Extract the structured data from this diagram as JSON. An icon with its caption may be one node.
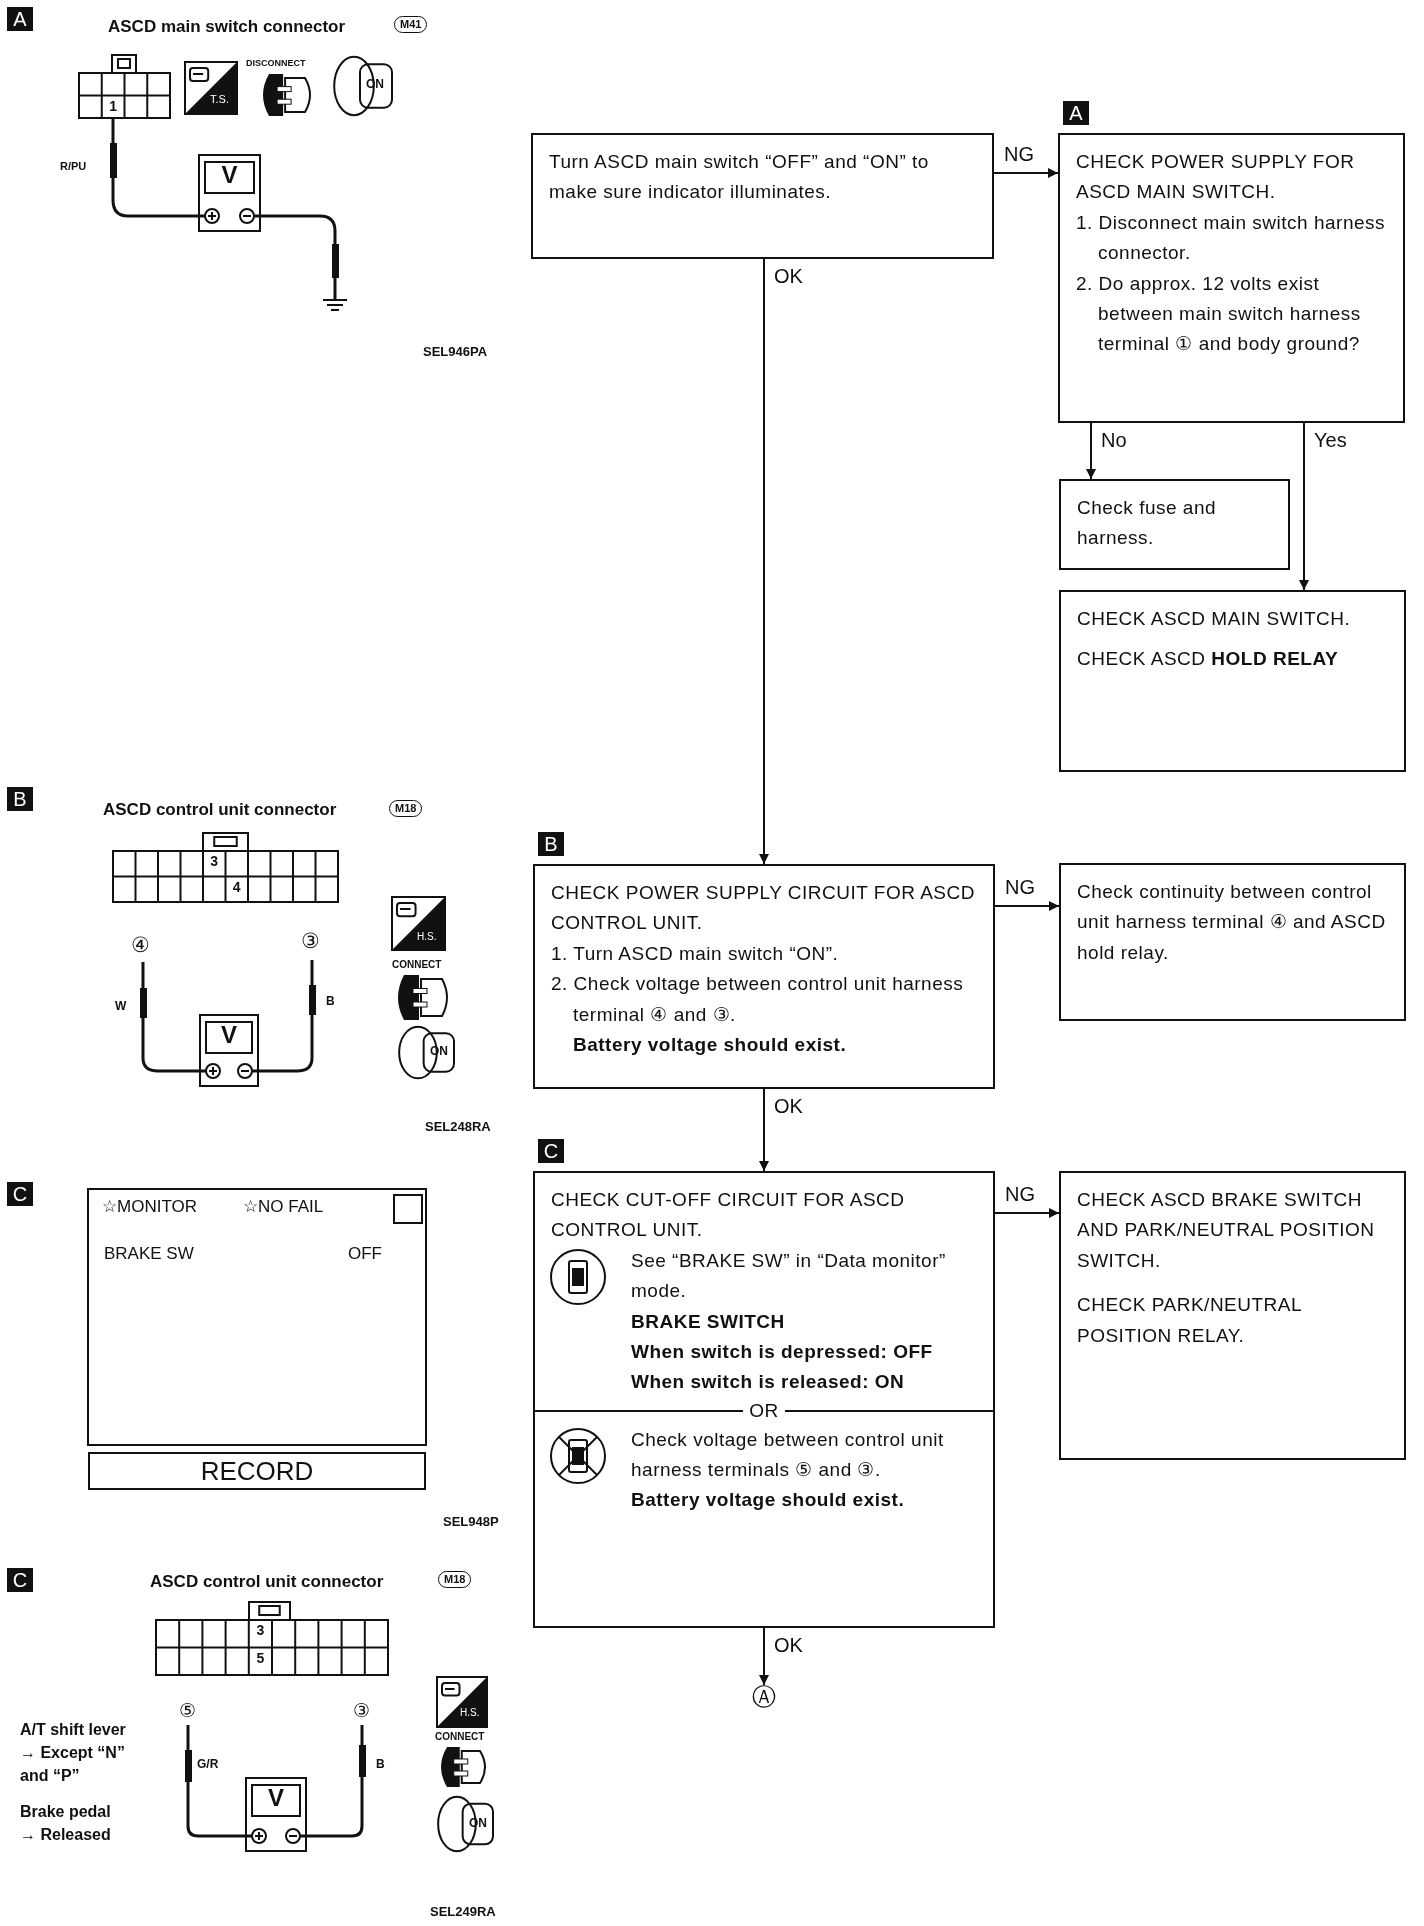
{
  "diagram": {
    "nodes": [
      {
        "text": [
          "Turn ASCD main switch “OFF” and “ON” to make sure indicator illuminates."
        ]
      },
      {
        "text": [
          "CHECK POWER SUPPLY FOR ASCD MAIN SWITCH.",
          "1. Disconnect main switch harness connector.",
          "2. Do approx. 12 volts exist between main switch harness terminal ① and body ground?"
        ],
        "beside": [
          "A"
        ]
      },
      {
        "text": [
          "Check fuse and harness."
        ]
      },
      {
        "text": [
          "CHECK ASCD MAIN SWITCH.",
          "CHECK ASCD **HOLD RELAY**"
        ]
      },
      {
        "text": [
          "CHECK POWER SUPPLY CIRCUIT FOR ASCD CONTROL UNIT.",
          "1. Turn ASCD main switch “ON”.",
          "2. Check voltage between control unit harness terminal ④ and ③.",
          "Battery voltage should exist."
        ],
        "beside": [
          "B"
        ]
      },
      {
        "text": [
          "Check continuity between control unit harness terminal ④ and ASCD hold relay."
        ]
      },
      {
        "text": [
          "CHECK CUT-OFF CIRCUIT FOR ASCD CONTROL UNIT.",
          "See “BRAKE SW” in “Data monitor” mode.",
          "BRAKE SWITCH",
          "When switch is depressed: OFF",
          "When switch is released: ON",
          "OR",
          "Check voltage between control unit harness terminals ⑤ and ③.",
          "Battery voltage should exist."
        ],
        "beside": [
          "C"
        ]
      },
      {
        "text": [
          "CHECK ASCD BRAKE SWITCH AND PARK/NEUTRAL POSITION SWITCH.",
          "CHECK PARK/NEUTRAL POSITION RELAY."
        ]
      },
      {
        "text": [
          "Ⓐ"
        ]
      }
    ],
    "edges": [
      {
        "from": 0,
        "to": 1,
        "arrow": "to",
        "label": "NG"
      },
      {
        "from": 0,
        "to": 4,
        "arrow": "to",
        "label": "OK"
      },
      {
        "from": 1,
        "to": 2,
        "arrow": "to",
        "label": "No"
      },
      {
        "from": 1,
        "to": 3,
        "arrow": "to",
        "label": "Yes"
      },
      {
        "from": 4,
        "to": 5,
        "arrow": "to",
        "label": "NG"
      },
      {
        "from": 4,
        "to": 6,
        "arrow": "to",
        "label": "OK"
      },
      {
        "from": 6,
        "to": 7,
        "arrow": "to",
        "label": "NG"
      },
      {
        "from": 6,
        "to": 8,
        "arrow": "to",
        "label": "OK"
      }
    ],
    "labels": [
      "A",
      "ASCD main switch connector",
      "M41",
      "1",
      "T.S.",
      "DISCONNECT",
      "ON",
      "R/PU",
      "V",
      "SEL946PA",
      "B",
      "ASCD control unit connector",
      "M18",
      "3",
      "4",
      "④",
      "③",
      "H.S.",
      "W",
      "B",
      "CONNECT",
      "V",
      "ON",
      "SEL248RA",
      "C",
      "☆MONITOR",
      "☆NO FAIL",
      "BRAKE SW",
      "OFF",
      "RECORD",
      "SEL948P",
      "C",
      "ASCD control unit connector",
      "M18",
      "3",
      "5",
      "⑤",
      "③",
      "A/T shift lever → Except “N” and “P”",
      "H.S.",
      "G/R",
      "B",
      "CONNECT",
      "V",
      "Brake pedal → Released",
      "ON",
      "SEL249RA"
    ]
  }
}
